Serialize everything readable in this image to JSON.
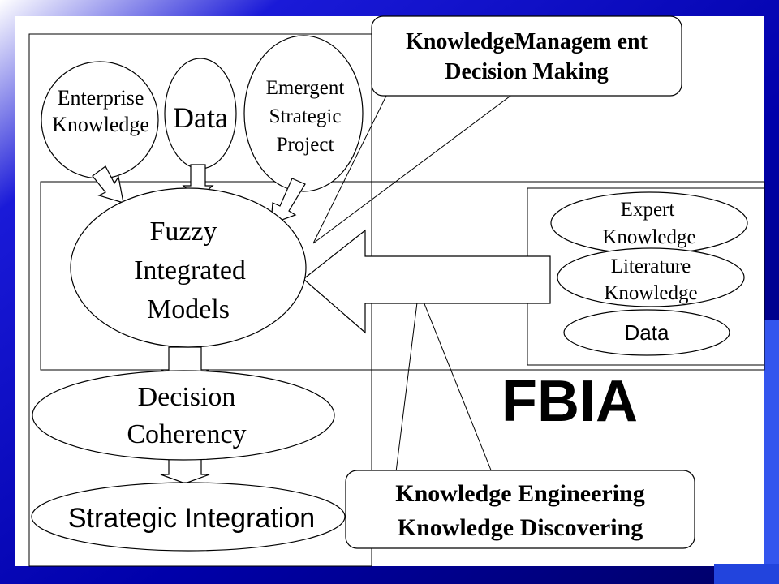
{
  "colors": {
    "slide_blue": "#1a1ad8",
    "slide_blue_dark": "#000066",
    "ink": "#000000",
    "paper": "#ffffff"
  },
  "nodes": {
    "enterprise_knowledge": [
      "Enterprise",
      "Knowledge"
    ],
    "data_top": [
      "Data"
    ],
    "emergent_strategic_project": [
      "Emergent",
      "Strategic",
      "Project"
    ],
    "fuzzy_integrated_models": [
      "Fuzzy",
      "Integrated",
      "Models"
    ],
    "expert_knowledge": [
      "Expert",
      "Knowledge"
    ],
    "literature_knowledge": [
      "Literature",
      "Knowledge"
    ],
    "data_right": [
      "Data"
    ],
    "decision_coherency": [
      "Decision",
      "Coherency"
    ],
    "strategic_integration": [
      "Strategic Integration"
    ]
  },
  "callouts": {
    "km_decision": [
      "KnowledgeManagem ent",
      "Decision Making"
    ],
    "ke_discovering": [
      "Knowledge Engineering",
      "Knowledge Discovering"
    ]
  },
  "labels": {
    "fbia": "FBIA"
  }
}
